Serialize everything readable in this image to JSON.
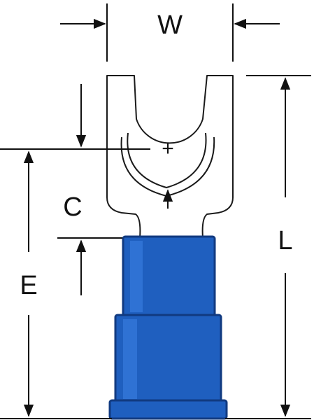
{
  "labels": {
    "width": "W",
    "length": "L",
    "edge": "E",
    "clearance": "C",
    "center_mark": "+"
  },
  "colors": {
    "insulation": "#1f5fbf",
    "insulation_dark": "#113a80",
    "insulation_mid": "#2f72d4",
    "line": "#111111"
  }
}
